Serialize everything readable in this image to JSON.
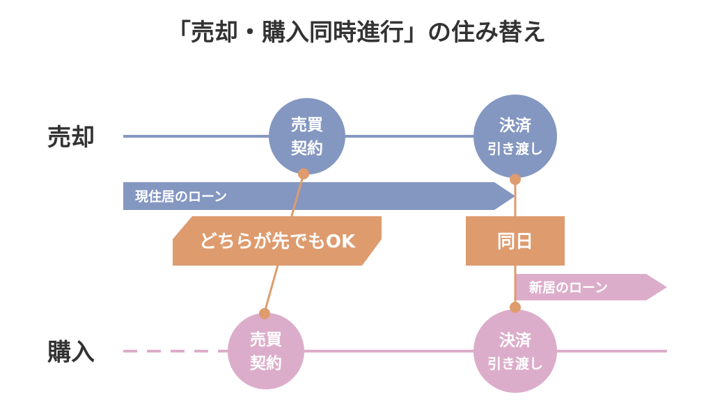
{
  "title": "「売却・購入同時進行」の住み替え",
  "rows": {
    "sale": "売却",
    "purchase": "購入"
  },
  "sale_contract": {
    "line1": "売買",
    "line2": "契約"
  },
  "sale_settlement": {
    "line1": "決済",
    "line2": "引き渡し"
  },
  "purchase_contract": {
    "line1": "売買",
    "line2": "契約"
  },
  "purchase_settlement": {
    "line1": "決済",
    "line2": "引き渡し"
  },
  "current_loan": "現住居のローン",
  "new_loan": "新居のローン",
  "order_note": "どちらが先でもOK",
  "same_day": "同日",
  "colors": {
    "sale": "#8497c1",
    "purchase": "#dcadca",
    "accent": "#de9b6e",
    "text": "#333333"
  }
}
